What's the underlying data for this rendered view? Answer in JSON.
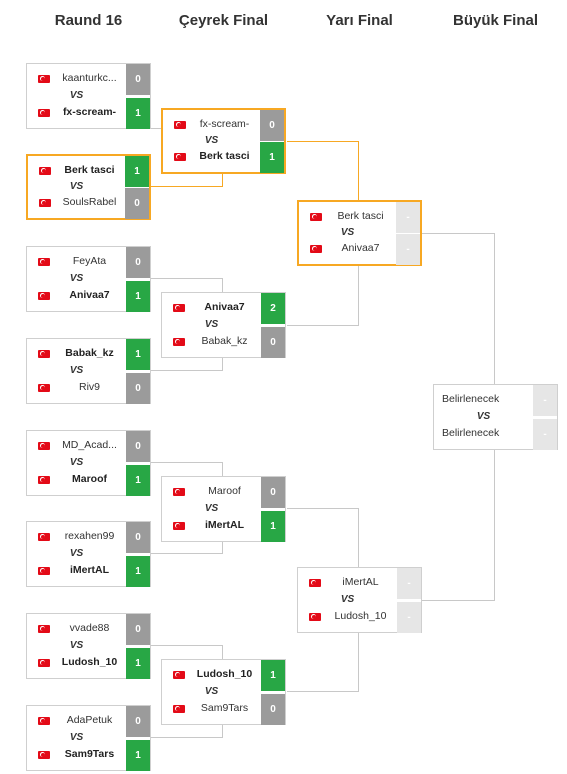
{
  "rounds": [
    "Raund 16",
    "Çeyrek Final",
    "Yarı Final",
    "Büyük Final"
  ],
  "vs_label": "VS",
  "colors": {
    "win": "#28a745",
    "loss": "#9b9b9b",
    "pending": "#e6e6e6",
    "highlight": "#f7a823"
  },
  "r16": [
    {
      "p1": "kaanturkc...",
      "s1": "0",
      "p2": "fx-scream-",
      "s2": "1"
    },
    {
      "p1": "Berk tasci",
      "s1": "1",
      "p2": "SoulsRabel",
      "s2": "0"
    },
    {
      "p1": "FeyAta",
      "s1": "0",
      "p2": "Anivaa7",
      "s2": "1"
    },
    {
      "p1": "Babak_kz",
      "s1": "1",
      "p2": "Riv9",
      "s2": "0"
    },
    {
      "p1": "MD_Acad...",
      "s1": "0",
      "p2": "Maroof",
      "s2": "1"
    },
    {
      "p1": "rexahen99",
      "s1": "0",
      "p2": "iMertAL",
      "s2": "1"
    },
    {
      "p1": "vvade88",
      "s1": "0",
      "p2": "Ludosh_10",
      "s2": "1"
    },
    {
      "p1": "AdaPetuk",
      "s1": "0",
      "p2": "Sam9Tars",
      "s2": "1"
    }
  ],
  "qf": [
    {
      "p1": "fx-scream-",
      "s1": "0",
      "p2": "Berk tasci",
      "s2": "1"
    },
    {
      "p1": "Anivaa7",
      "s1": "2",
      "p2": "Babak_kz",
      "s2": "0"
    },
    {
      "p1": "Maroof",
      "s1": "0",
      "p2": "iMertAL",
      "s2": "1"
    },
    {
      "p1": "Ludosh_10",
      "s1": "1",
      "p2": "Sam9Tars",
      "s2": "0"
    }
  ],
  "sf": [
    {
      "p1": "Berk tasci",
      "s1": "-",
      "p2": "Anivaa7",
      "s2": "-"
    },
    {
      "p1": "iMertAL",
      "s1": "-",
      "p2": "Ludosh_10",
      "s2": "-"
    }
  ],
  "final": {
    "p1": "Belirlenecek",
    "s1": "-",
    "p2": "Belirlenecek",
    "s2": "-"
  }
}
